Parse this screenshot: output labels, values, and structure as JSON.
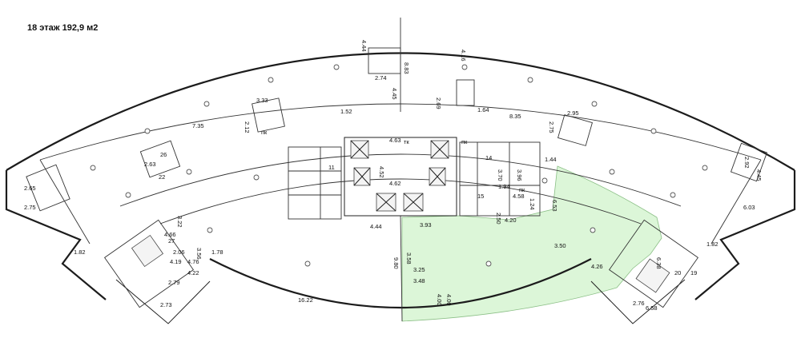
{
  "title": "18 этаж 192,9 м2",
  "highlight_color": "#dcf6d8",
  "dimensions": [
    "4.44",
    "2.74",
    "8.83",
    "4.45",
    "4.16",
    "3.33",
    "2.12",
    "7.35",
    "1.52",
    "2.69",
    "1.64",
    "8.35",
    "2.95",
    "2.75",
    "4.63",
    "4.52",
    "4.62",
    "3.70",
    "3.96",
    "1.44",
    "1.94",
    "4.58",
    "1.24",
    "2.50",
    "4.20",
    "6.53",
    "3.22",
    "1.78",
    "3.56",
    "2.06",
    "4.19",
    "4.66",
    "4.76",
    "4.22",
    "2.79",
    "2.73",
    "1.82",
    "2.65",
    "2.75",
    "4.44",
    "3.93",
    "3.58",
    "9.80",
    "3.25",
    "3.48",
    "4.00",
    "4.00",
    "16.22",
    "3.50",
    "4.26",
    "6.38",
    "2.76",
    "6.58",
    "1.82",
    "6.03",
    "4.45",
    "2.63",
    "2.92"
  ],
  "room_numbers": [
    "11",
    "14",
    "15",
    "19",
    "20",
    "22",
    "26",
    "27"
  ],
  "labels": [
    "пк",
    "пк",
    "пк",
    "тк"
  ]
}
